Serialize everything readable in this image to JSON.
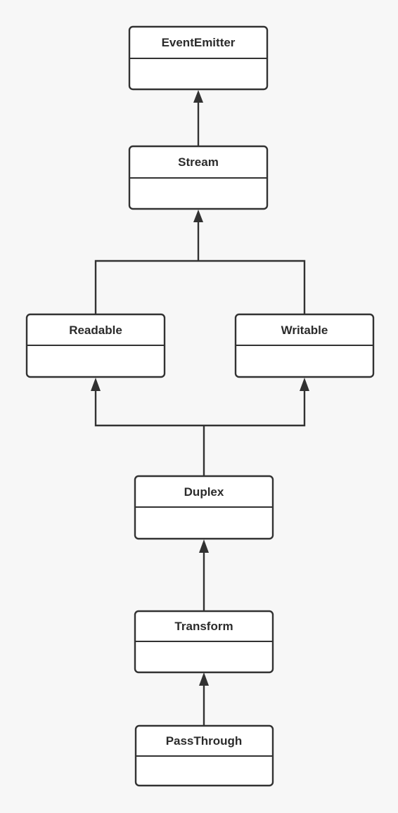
{
  "diagram": {
    "classes": {
      "event_emitter": "EventEmitter",
      "stream": "Stream",
      "readable": "Readable",
      "writable": "Writable",
      "duplex": "Duplex",
      "transform": "Transform",
      "pass_through": "PassThrough"
    },
    "colors": {
      "background": "#f7f7f7",
      "box_fill": "#ffffff",
      "stroke": "#323232",
      "text": "#2b2b2b"
    }
  }
}
